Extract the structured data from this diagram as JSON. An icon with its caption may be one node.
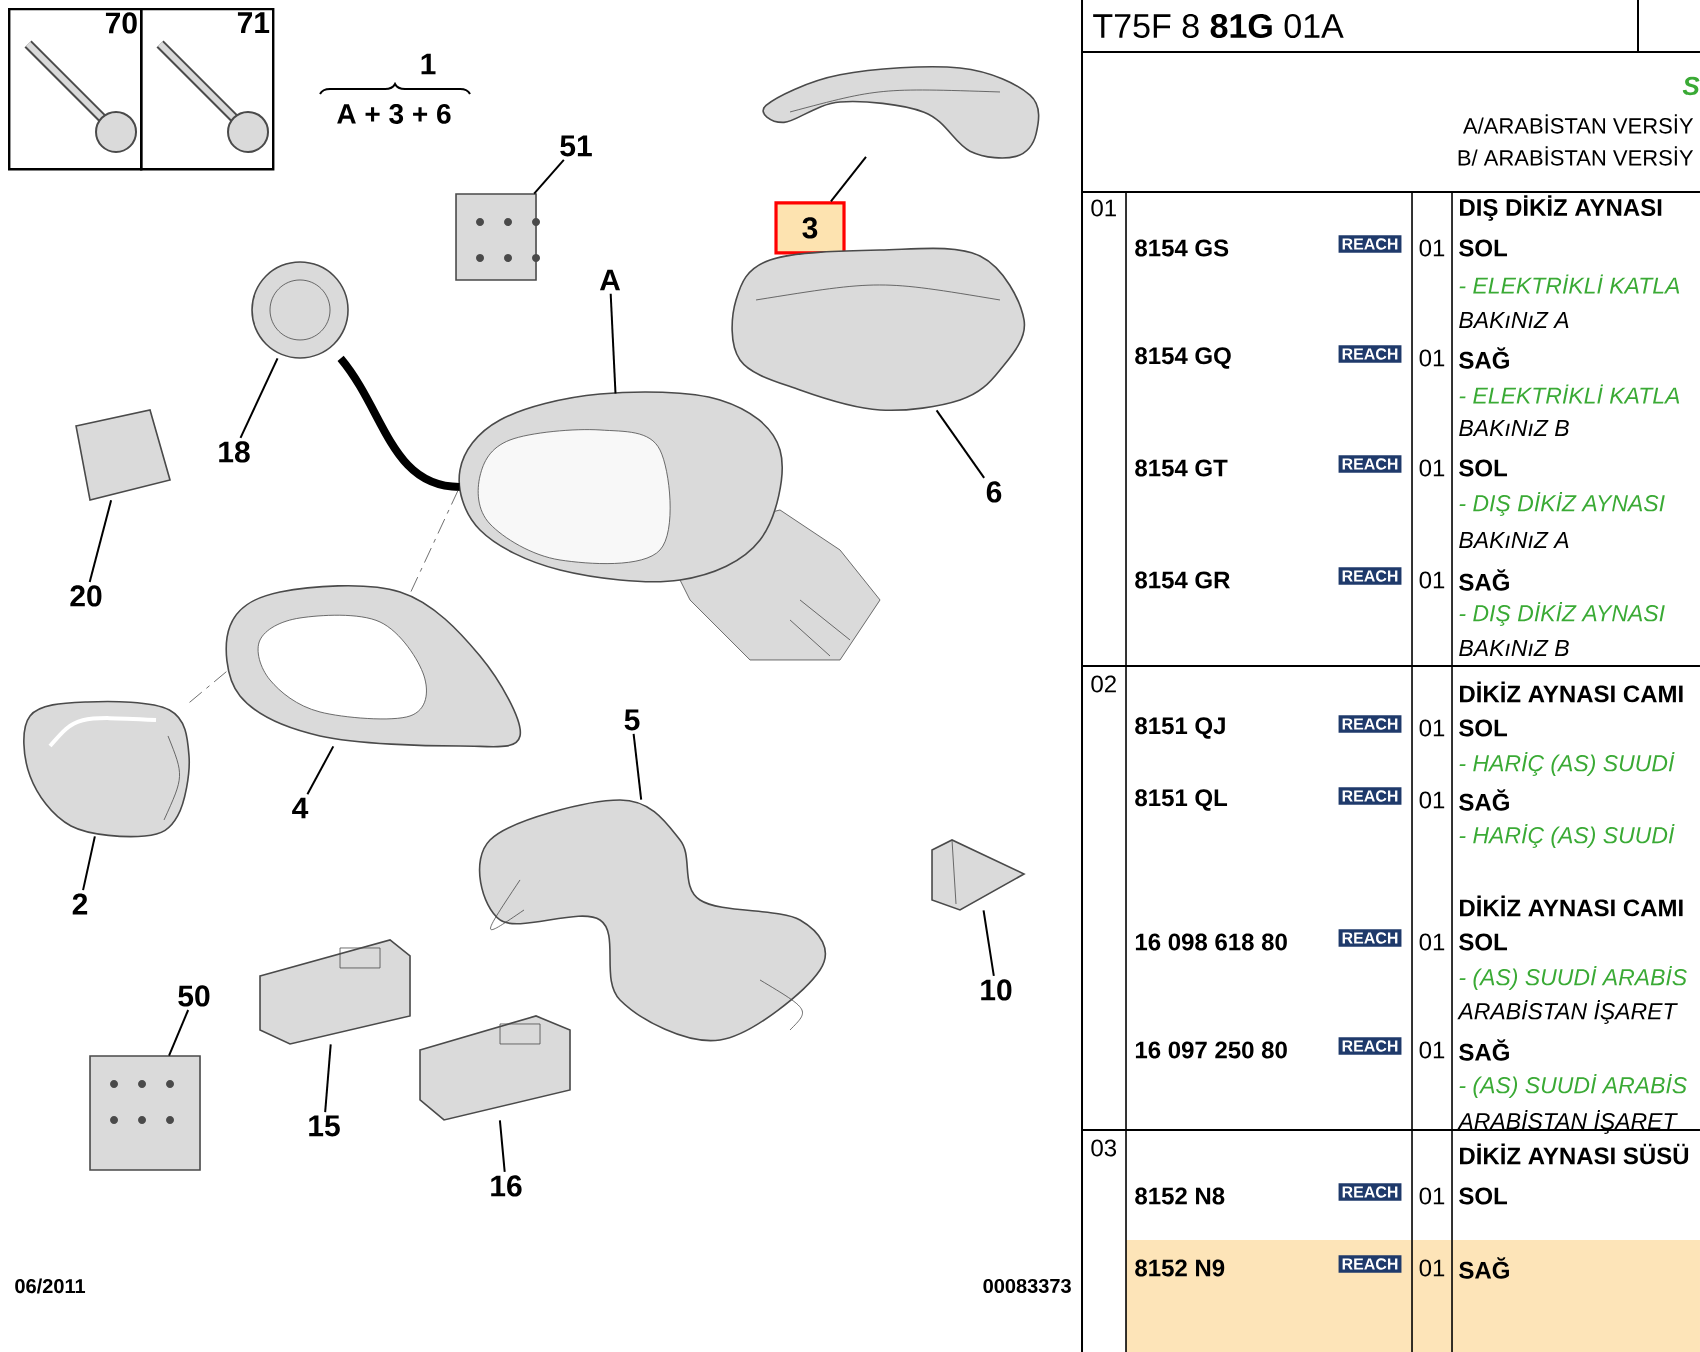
{
  "diagram": {
    "nodes": [
      {
        "text": [
          "70"
        ]
      },
      {
        "text": [
          "71"
        ]
      },
      {
        "text": [
          "3"
        ]
      },
      {
        "text": [],
        "shape": "picture"
      },
      {
        "text": [
          "51"
        ]
      },
      {
        "text": [],
        "shape": "picture"
      },
      {
        "text": [
          "A"
        ]
      },
      {
        "text": [],
        "shape": "picture"
      },
      {
        "text": [
          "18"
        ]
      },
      {
        "text": [],
        "shape": "picture"
      },
      {
        "text": [
          "6"
        ]
      },
      {
        "text": [],
        "shape": "picture"
      },
      {
        "text": [
          "20"
        ]
      },
      {
        "text": [],
        "shape": "picture"
      },
      {
        "text": [
          "4"
        ]
      },
      {
        "text": [],
        "shape": "picture"
      },
      {
        "text": [
          "2"
        ]
      },
      {
        "text": [],
        "shape": "picture"
      },
      {
        "text": [
          "5"
        ]
      },
      {
        "text": [],
        "shape": "picture"
      },
      {
        "text": [
          "10"
        ]
      },
      {
        "text": [],
        "shape": "picture"
      },
      {
        "text": [
          "50"
        ]
      },
      {
        "text": [],
        "shape": "picture"
      },
      {
        "text": [
          "15"
        ]
      },
      {
        "text": [],
        "shape": "picture"
      },
      {
        "text": [
          "16"
        ]
      },
      {
        "text": [],
        "shape": "picture"
      }
    ],
    "edges": [
      {
        "from": 2,
        "to": 3,
        "arrow": "none"
      },
      {
        "from": 4,
        "to": 5,
        "arrow": "none"
      },
      {
        "from": 6,
        "to": 7,
        "arrow": "none"
      },
      {
        "from": 8,
        "to": 9,
        "arrow": "none"
      },
      {
        "from": 10,
        "to": 11,
        "arrow": "none"
      },
      {
        "from": 12,
        "to": 13,
        "arrow": "none"
      },
      {
        "from": 14,
        "to": 15,
        "arrow": "none"
      },
      {
        "from": 16,
        "to": 17,
        "arrow": "none"
      },
      {
        "from": 18,
        "to": 19,
        "arrow": "none"
      },
      {
        "from": 20,
        "to": 21,
        "arrow": "none"
      },
      {
        "from": 22,
        "to": 23,
        "arrow": "none"
      },
      {
        "from": 24,
        "to": 25,
        "arrow": "none"
      },
      {
        "from": 26,
        "to": 27,
        "arrow": "none"
      },
      {
        "from": 9,
        "to": 7,
        "arrow": "none",
        "style": "thick"
      },
      {
        "from": 17,
        "to": 15,
        "arrow": "none",
        "style": "dashed"
      },
      {
        "from": 15,
        "to": 7,
        "arrow": "none",
        "style": "dashed"
      }
    ],
    "labels": [
      "1",
      "A + 3 + 6",
      "T75F 8 **81G** 01A",
      "S",
      "A/ARABİSTAN VERSİY",
      "B/ ARABİSTAN VERSİY",
      "01",
      "DIŞ DİKİZ AYNASI",
      "8154 GS",
      "REACH",
      "01",
      "SOL",
      "- ELEKTRİKLİ KATLA",
      "BAKıNıZ A",
      "8154 GQ",
      "REACH",
      "01",
      "SAĞ",
      "- ELEKTRİKLİ KATLA",
      "BAKıNıZ B",
      "8154 GT",
      "REACH",
      "01",
      "SOL",
      "- DIŞ DİKİZ AYNASI",
      "BAKıNıZ A",
      "8154 GR",
      "REACH",
      "01",
      "SAĞ",
      "- DIŞ DİKİZ AYNASI",
      "BAKıNıZ B",
      "02",
      "DİKİZ AYNASI CAMI",
      "8151 QJ",
      "REACH",
      "01",
      "SOL",
      "- HARİÇ (AS) SUUDİ",
      "8151 QL",
      "REACH",
      "01",
      "SAĞ",
      "- HARİÇ (AS) SUUDİ",
      "DİKİZ AYNASI CAMI",
      "16 098 618 80",
      "REACH",
      "01",
      "SOL",
      "- (AS) SUUDİ ARABİS",
      "ARABİSTAN İŞARET",
      "16 097 250 80",
      "REACH",
      "01",
      "SAĞ",
      "- (AS) SUUDİ ARABİS",
      "ARABİSTAN İŞARET",
      "03",
      "DİKİZ AYNASI SÜSÜ",
      "8152 N8",
      "REACH",
      "01",
      "SOL",
      "8152 N9",
      "REACH",
      "01",
      "SAĞ",
      "06/2011",
      "00083373"
    ]
  }
}
